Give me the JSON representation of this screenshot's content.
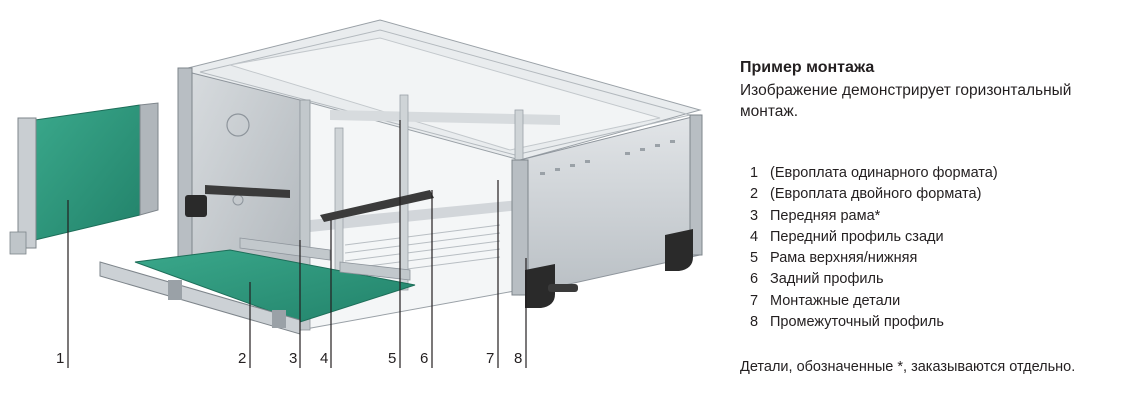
{
  "panel": {
    "title": "Пример монтажа",
    "description": "Изображение демонстрирует горизонтальный монтаж."
  },
  "legend": [
    {
      "number": "1",
      "label": "(Европлата одинарного формата)"
    },
    {
      "number": "2",
      "label": "(Европлата двойного формата)"
    },
    {
      "number": "3",
      "label": "Передняя рама*"
    },
    {
      "number": "4",
      "label": "Передний профиль сзади"
    },
    {
      "number": "5",
      "label": "Рама верхняя/нижняя"
    },
    {
      "number": "6",
      "label": "Задний профиль"
    },
    {
      "number": "7",
      "label": "Монтажные детали"
    },
    {
      "number": "8",
      "label": "Промежуточный профиль"
    }
  ],
  "footnote": "Детали, обозначенные *, заказываются отдельно.",
  "figure": {
    "callouts": [
      "1",
      "2",
      "3",
      "4",
      "5",
      "6",
      "7",
      "8"
    ],
    "colors": {
      "pcb": "#2f9a7e",
      "frame": "#c7ccd0",
      "frame_dark": "#8e959c",
      "bracket": "#2a2a2a",
      "leader": "#231f20"
    }
  }
}
